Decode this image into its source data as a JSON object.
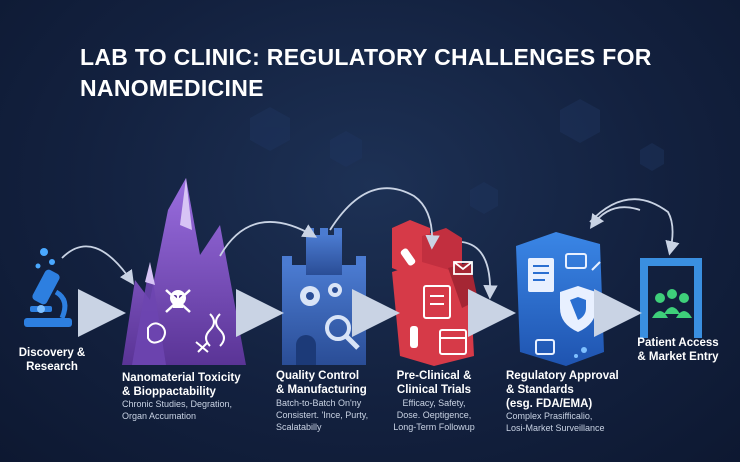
{
  "title": {
    "line1": "LAB TO CLINIC: REGULATORY CHALLENGES FOR",
    "line2": "NANOMEDICINE"
  },
  "stages": [
    {
      "label": [
        "Discovery &",
        "Research"
      ],
      "sub": [],
      "icon": "microscope-icon"
    },
    {
      "label": [
        "Nanomaterial Toxicity",
        "& Bioppactability"
      ],
      "sub": [
        "Chronic Studies, Degration,",
        "Organ Accumation"
      ],
      "icon": "toxic-mountain-icon"
    },
    {
      "label": [
        "Quality Control",
        "& Manufacturing"
      ],
      "sub": [
        "Batch-to-Batch On'ny",
        "Consistert. 'Ince, Purty,",
        "Scalatabilly"
      ],
      "icon": "castle-gears-icon"
    },
    {
      "label": [
        "Pre-Clinical &",
        "Clinical Trials"
      ],
      "sub": [
        "Efficacy, Safety,",
        "Dose. Oeptigence,",
        "Long-Term Followup"
      ],
      "icon": "clinical-blocks-icon"
    },
    {
      "label": [
        "Regulatory Approval",
        "& Standards",
        "(esg. FDA/EMA)"
      ],
      "sub": [
        "Complex Prasifficalio,",
        "Losi-Market Surveillance"
      ],
      "icon": "shield-documents-icon"
    },
    {
      "label": [
        "Patient Access",
        "& Market Entry"
      ],
      "sub": [],
      "icon": "patients-gate-icon"
    }
  ],
  "colors": {
    "background": "#13213f",
    "toxicity": "#7b4fc2",
    "manufacturing": "#3f67b5",
    "clinical": "#d63a48",
    "regulatory": "#2a6fd1",
    "patient": "#3a8fe0",
    "arrow": "#a9b8d4"
  }
}
